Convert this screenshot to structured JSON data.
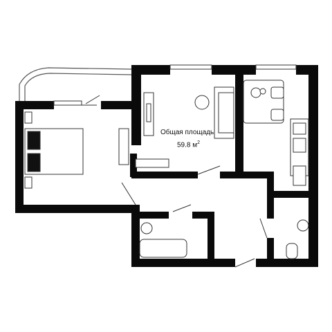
{
  "plan": {
    "area_title": "Общая площадь",
    "area_value": "59.8 м",
    "area_unit_sup": "2"
  }
}
